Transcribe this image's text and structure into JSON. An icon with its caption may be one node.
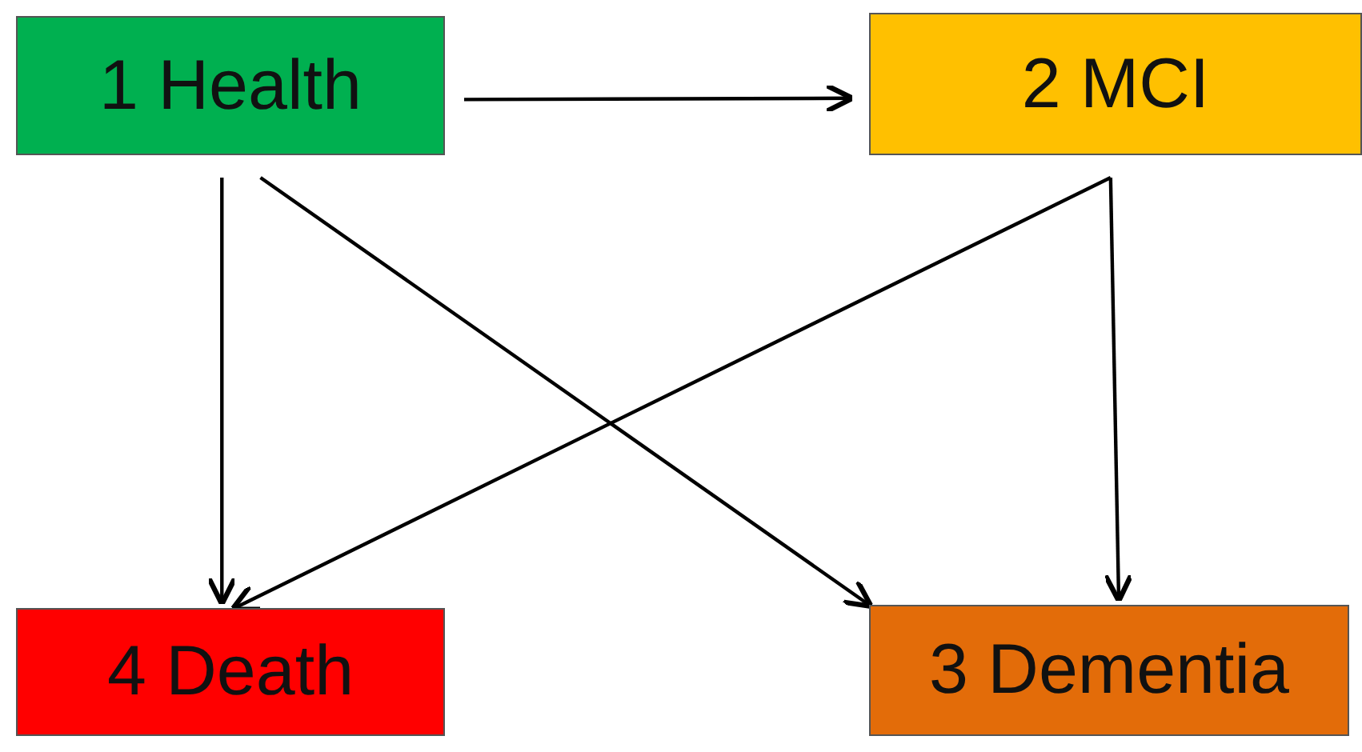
{
  "diagram": {
    "nodes": [
      {
        "text": [
          "1 Health"
        ]
      },
      {
        "text": [
          "2 MCI"
        ]
      },
      {
        "text": [
          "4 Death"
        ]
      },
      {
        "text": [
          "3 Dementia"
        ]
      }
    ],
    "edges": [
      {
        "from": 0,
        "to": 1,
        "arrow": "to"
      },
      {
        "from": 0,
        "to": 2,
        "arrow": "to"
      },
      {
        "from": 0,
        "to": 3,
        "arrow": "to"
      },
      {
        "from": 1,
        "to": 2,
        "arrow": "to"
      },
      {
        "from": 1,
        "to": 3,
        "arrow": "to"
      }
    ]
  }
}
